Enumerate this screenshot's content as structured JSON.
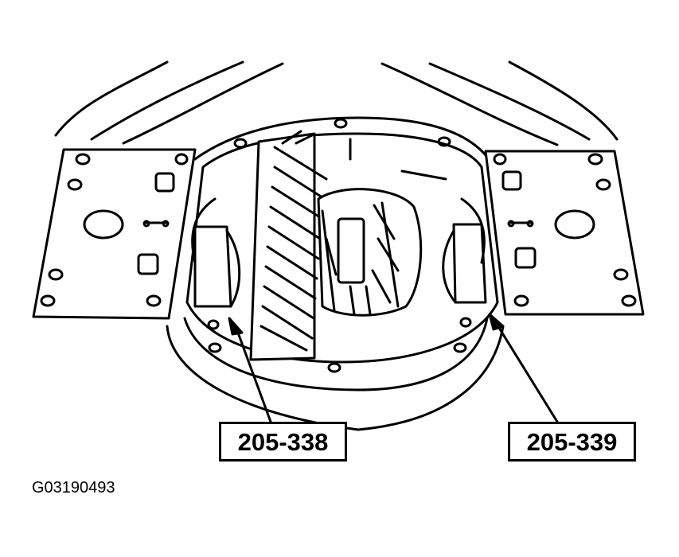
{
  "labels": {
    "left_tool": "205-338",
    "right_tool": "205-339"
  },
  "figure_id": "G03190493",
  "colors": {
    "line": "#000000",
    "background": "#ffffff"
  }
}
